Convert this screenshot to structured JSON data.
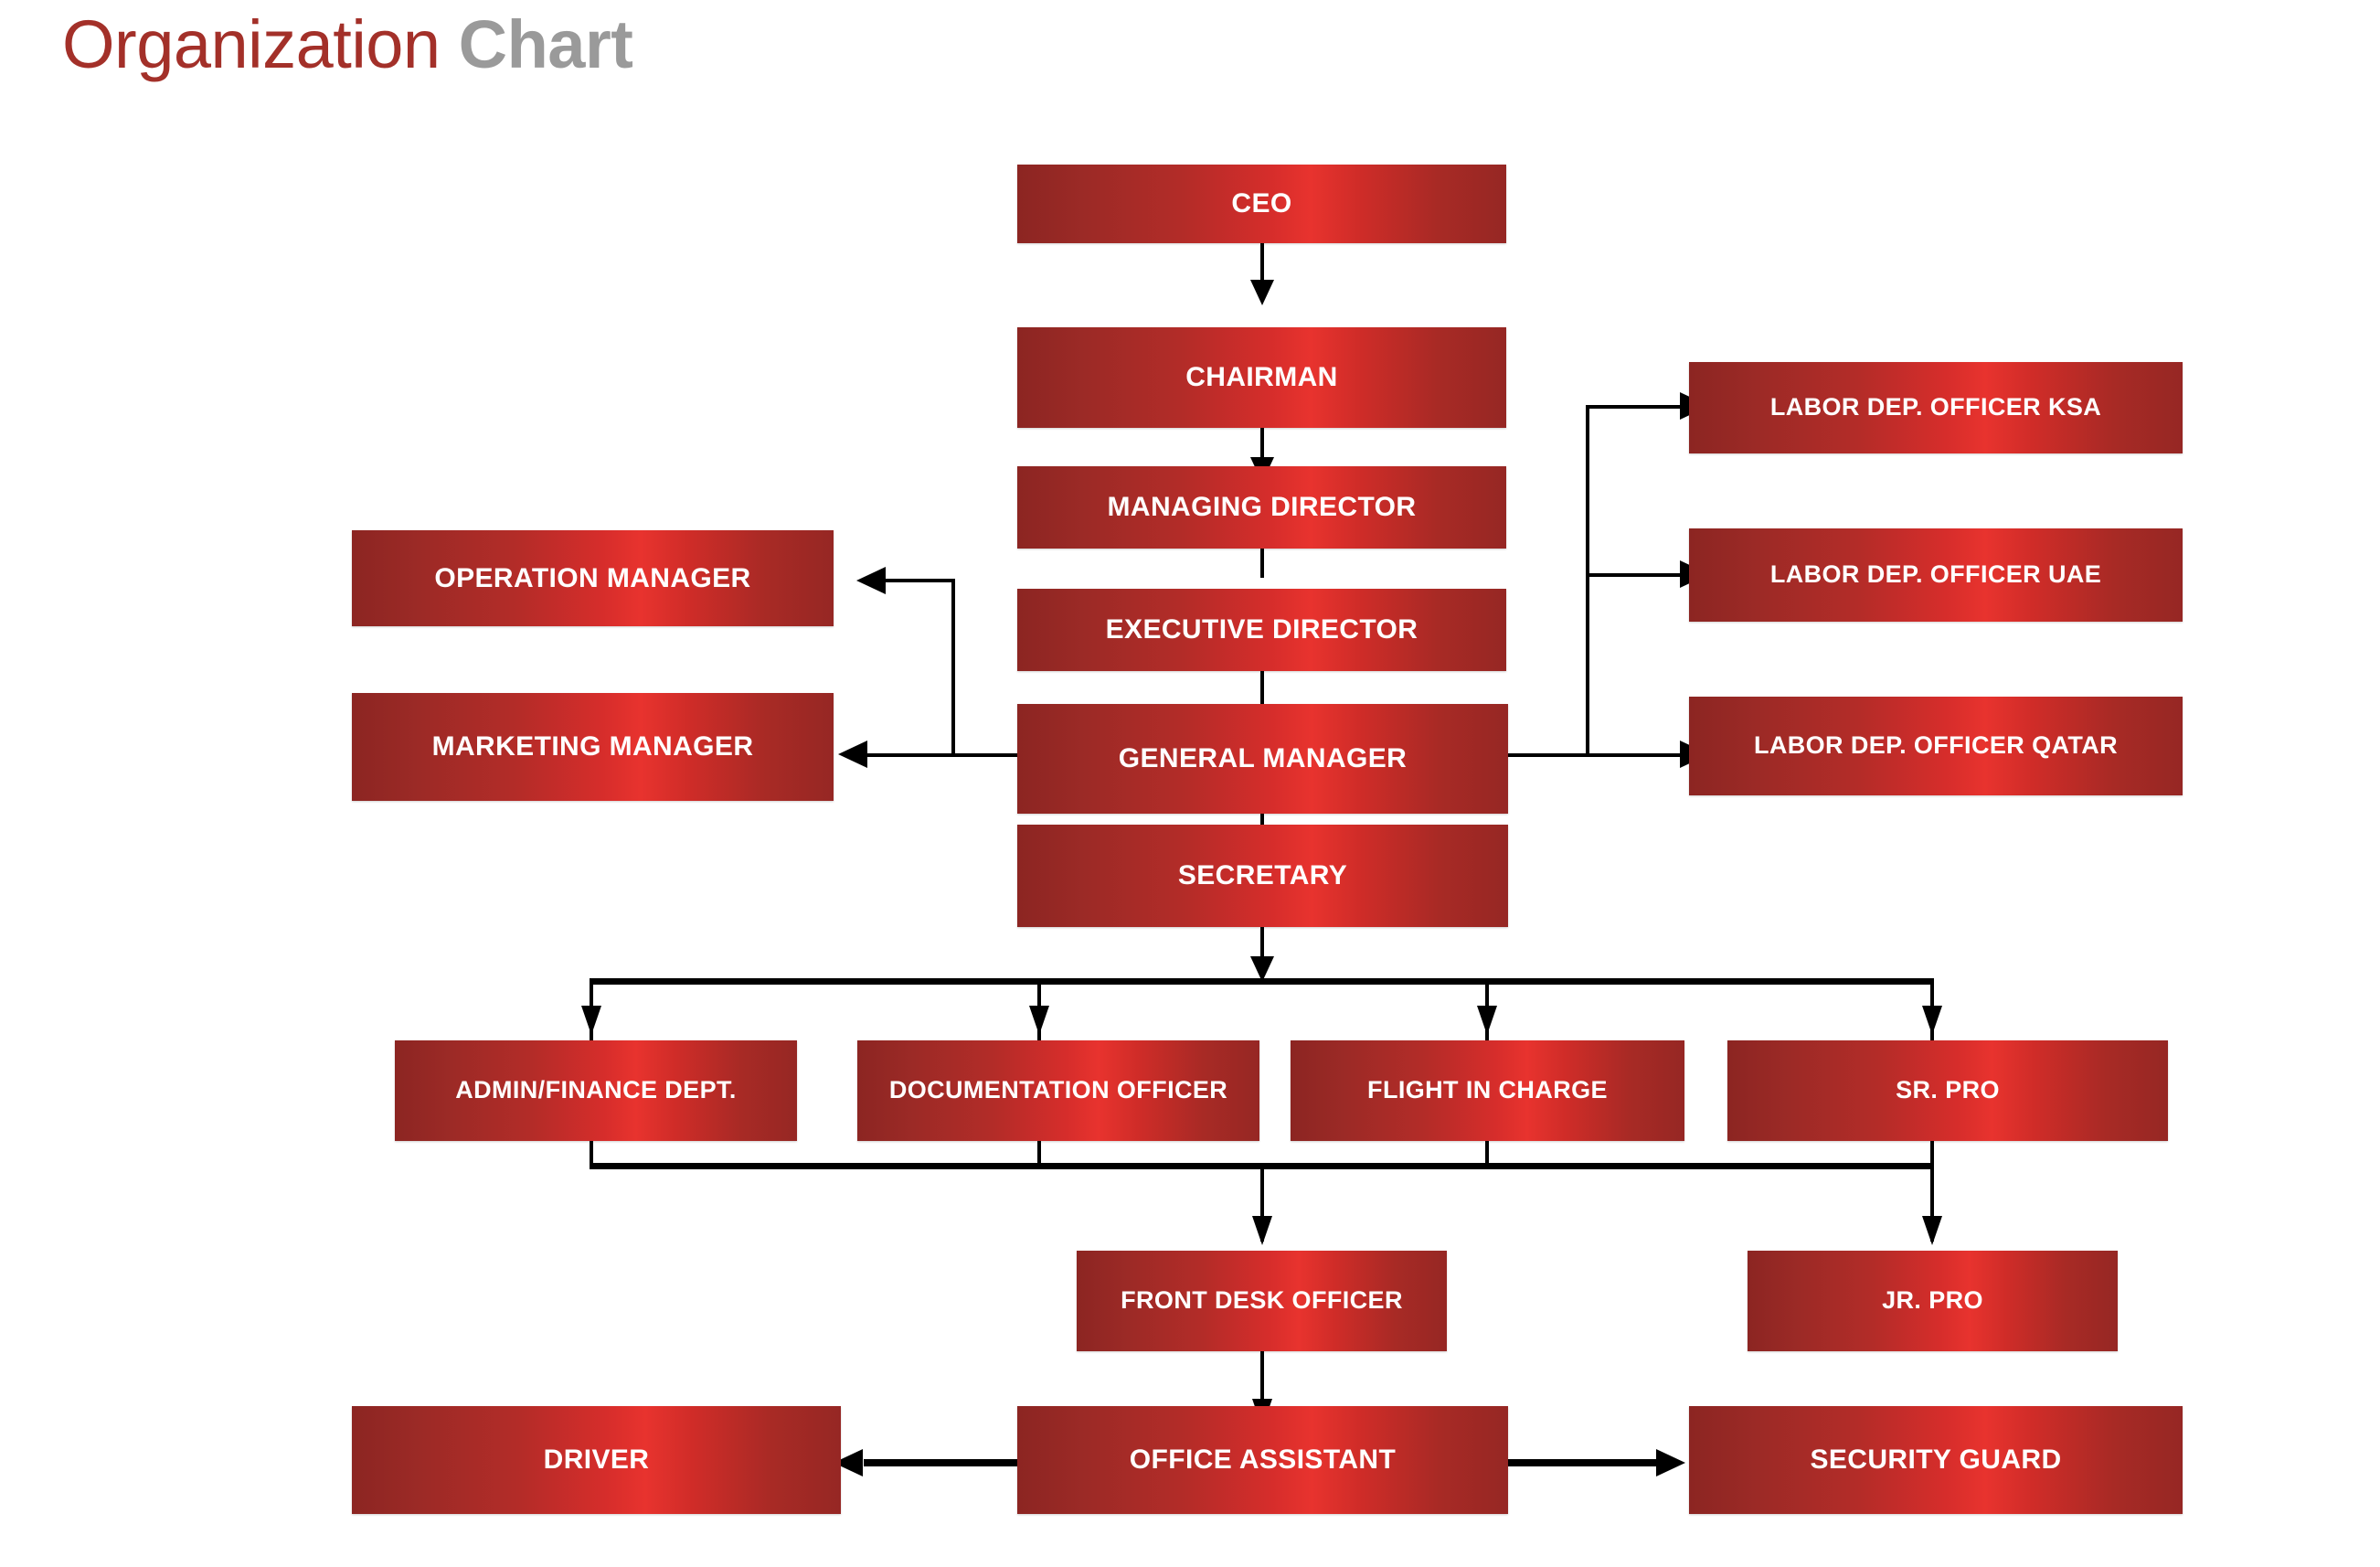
{
  "title": {
    "primary": "Organization",
    "secondary": "Chart"
  },
  "colors": {
    "title_primary": "#a33029",
    "title_secondary": "#9a9a9a",
    "box_gradient_dark": "#8c2522",
    "box_gradient_bright": "#e8332e",
    "box_text": "#ffffff",
    "connector": "#000000",
    "background": "#ffffff"
  },
  "chart_data": {
    "type": "diagram",
    "subtype": "organization-chart",
    "title": "Organization Chart",
    "orientation": "top-down",
    "nodes": [
      {
        "id": "ceo",
        "label": "CEO",
        "level": 0
      },
      {
        "id": "chairman",
        "label": "CHAIRMAN",
        "level": 1
      },
      {
        "id": "managing_director",
        "label": "MANAGING DIRECTOR",
        "level": 2
      },
      {
        "id": "executive_director",
        "label": "EXECUTIVE DIRECTOR",
        "level": 3
      },
      {
        "id": "general_manager",
        "label": "GENERAL MANAGER",
        "level": 4
      },
      {
        "id": "secretary",
        "label": "SECRETARY",
        "level": 5
      },
      {
        "id": "operation_manager",
        "label": "OPERATION MANAGER",
        "level": 4,
        "side": "left"
      },
      {
        "id": "marketing_manager",
        "label": "MARKETING MANAGER",
        "level": 4,
        "side": "left"
      },
      {
        "id": "labor_ksa",
        "label": "LABOR DEP. OFFICER KSA",
        "level": 4,
        "side": "right"
      },
      {
        "id": "labor_uae",
        "label": "LABOR DEP. OFFICER UAE",
        "level": 4,
        "side": "right"
      },
      {
        "id": "labor_qatar",
        "label": "LABOR DEP. OFFICER QATAR",
        "level": 4,
        "side": "right"
      },
      {
        "id": "admin_finance",
        "label": "ADMIN/FINANCE DEPT.",
        "level": 6
      },
      {
        "id": "documentation_officer",
        "label": "DOCUMENTATION OFFICER",
        "level": 6
      },
      {
        "id": "flight_in_charge",
        "label": "FLIGHT IN CHARGE",
        "level": 6
      },
      {
        "id": "sr_pro",
        "label": "SR. PRO",
        "level": 6
      },
      {
        "id": "front_desk_officer",
        "label": "FRONT DESK OFFICER",
        "level": 7
      },
      {
        "id": "jr_pro",
        "label": "JR. PRO",
        "level": 7
      },
      {
        "id": "driver",
        "label": "DRIVER",
        "level": 8
      },
      {
        "id": "office_assistant",
        "label": "OFFICE ASSISTANT",
        "level": 8
      },
      {
        "id": "security_guard",
        "label": "SECURITY GUARD",
        "level": 8
      }
    ],
    "edges": [
      {
        "from": "ceo",
        "to": "chairman",
        "direction": "down"
      },
      {
        "from": "chairman",
        "to": "managing_director",
        "direction": "down"
      },
      {
        "from": "managing_director",
        "to": "executive_director",
        "direction": "down"
      },
      {
        "from": "executive_director",
        "to": "general_manager",
        "direction": "down"
      },
      {
        "from": "general_manager",
        "to": "secretary",
        "direction": "down"
      },
      {
        "from": "general_manager",
        "to": "operation_manager",
        "direction": "left"
      },
      {
        "from": "general_manager",
        "to": "marketing_manager",
        "direction": "left"
      },
      {
        "from": "general_manager",
        "to": "labor_ksa",
        "direction": "right"
      },
      {
        "from": "general_manager",
        "to": "labor_uae",
        "direction": "right"
      },
      {
        "from": "general_manager",
        "to": "labor_qatar",
        "direction": "right"
      },
      {
        "from": "secretary",
        "to": "admin_finance",
        "direction": "down"
      },
      {
        "from": "secretary",
        "to": "documentation_officer",
        "direction": "down"
      },
      {
        "from": "secretary",
        "to": "flight_in_charge",
        "direction": "down"
      },
      {
        "from": "secretary",
        "to": "sr_pro",
        "direction": "down"
      },
      {
        "from": "admin_finance",
        "to": "front_desk_officer",
        "direction": "down"
      },
      {
        "from": "documentation_officer",
        "to": "front_desk_officer",
        "direction": "down"
      },
      {
        "from": "flight_in_charge",
        "to": "front_desk_officer",
        "direction": "down"
      },
      {
        "from": "sr_pro",
        "to": "jr_pro",
        "direction": "down"
      },
      {
        "from": "front_desk_officer",
        "to": "office_assistant",
        "direction": "down"
      },
      {
        "from": "office_assistant",
        "to": "driver",
        "direction": "left"
      },
      {
        "from": "office_assistant",
        "to": "security_guard",
        "direction": "right"
      }
    ]
  },
  "labels": {
    "ceo": "CEO",
    "chairman": "CHAIRMAN",
    "managing_director": "MANAGING DIRECTOR",
    "executive_director": "EXECUTIVE DIRECTOR",
    "general_manager": "GENERAL MANAGER",
    "secretary": "SECRETARY",
    "operation_manager": "OPERATION MANAGER",
    "marketing_manager": "MARKETING MANAGER",
    "labor_ksa": "LABOR DEP. OFFICER KSA",
    "labor_uae": "LABOR DEP. OFFICER UAE",
    "labor_qatar": "LABOR DEP. OFFICER QATAR",
    "admin_finance": "ADMIN/FINANCE DEPT.",
    "documentation_officer": "DOCUMENTATION OFFICER",
    "flight_in_charge": "FLIGHT IN CHARGE",
    "sr_pro": "SR. PRO",
    "front_desk_officer": "FRONT DESK OFFICER",
    "jr_pro": "JR. PRO",
    "driver": "DRIVER",
    "office_assistant": "OFFICE ASSISTANT",
    "security_guard": "SECURITY GUARD"
  }
}
